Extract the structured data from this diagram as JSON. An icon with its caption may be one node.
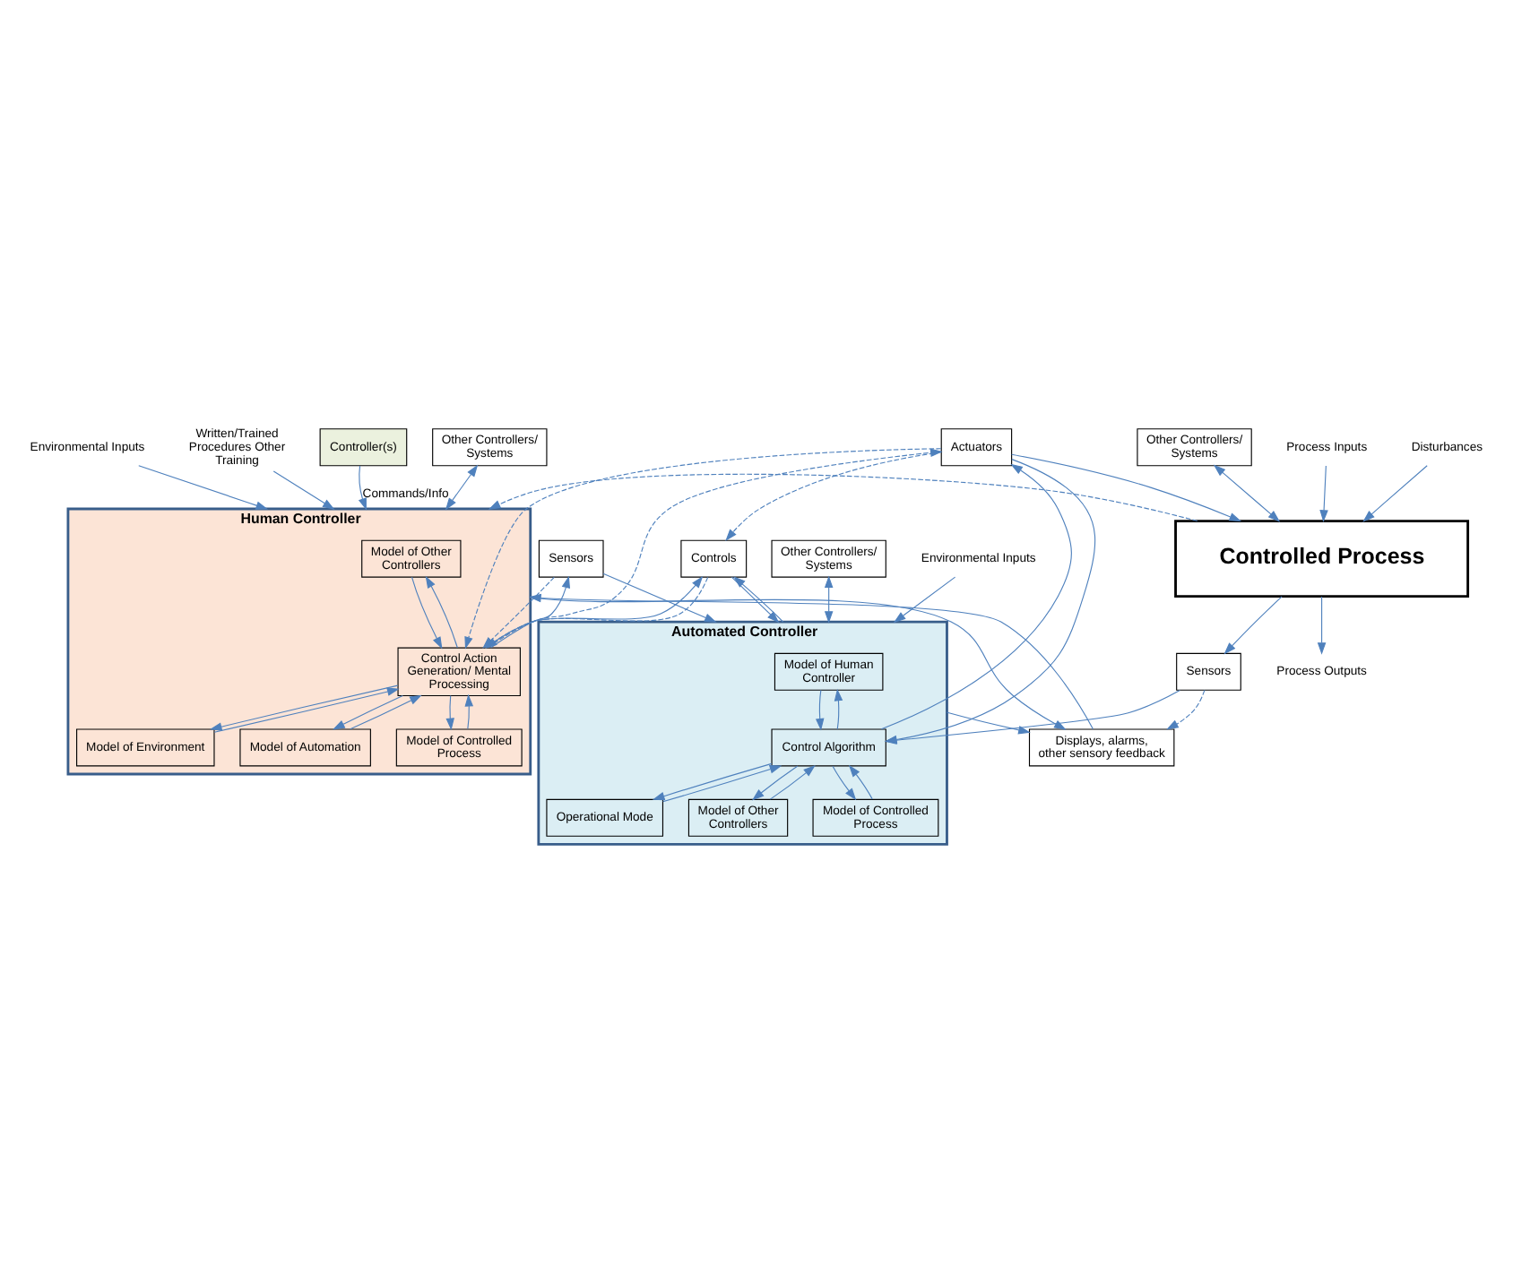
{
  "diagram": {
    "nodes": [
      {
        "text": [
          "Written/Trained Procedures Other Training"
        ]
      },
      {
        "text": [
          "Human Controller"
        ]
      },
      {
        "text": [
          "Model of Other Controllers"
        ],
        "in": 1
      },
      {
        "text": [
          "Model of Environment"
        ],
        "in": 1
      },
      {
        "text": [
          "Model of Automation"
        ],
        "in": 1
      },
      {
        "text": [
          "Control Action Generation/ Mental Processing"
        ],
        "in": 1
      },
      {
        "text": [
          "Model of Controlled Process"
        ],
        "in": 1
      },
      {
        "text": [
          "Controller(s)"
        ]
      },
      {
        "text": [
          "Other Controllers/ Systems"
        ]
      },
      {
        "text": [
          "Environmental Inputs"
        ]
      },
      {
        "text": [
          "Controls"
        ]
      },
      {
        "text": [
          "Sensors"
        ]
      },
      {
        "text": [
          "Displays, alarms, other sensory feedback"
        ]
      },
      {
        "text": [
          "Automated Controller"
        ]
      },
      {
        "text": [
          "Model of Human Controller"
        ],
        "in": 13
      },
      {
        "text": [
          "Operational Mode"
        ],
        "in": 13
      },
      {
        "text": [
          "Model of Other Controllers"
        ],
        "in": 13
      },
      {
        "text": [
          "Control Algorithm"
        ],
        "in": 13
      },
      {
        "text": [
          "Model of Controlled Process"
        ],
        "in": 13
      },
      {
        "text": [
          "Other Controllers/ Systems"
        ]
      },
      {
        "text": [
          "Environmental Inputs"
        ]
      },
      {
        "text": [
          "Actuators"
        ]
      },
      {
        "text": [
          "Sensors"
        ]
      },
      {
        "text": [
          "Other Controllers/ Systems"
        ]
      },
      {
        "text": [
          "Controlled Process"
        ]
      },
      {
        "text": [
          "Process Inputs"
        ]
      },
      {
        "text": [
          "Process Outputs"
        ]
      },
      {
        "text": [
          "Disturbances"
        ]
      }
    ],
    "edges": [
      {
        "from": 0,
        "to": 1,
        "arrow": "to"
      },
      {
        "from": 7,
        "to": 1,
        "arrow": "to",
        "label": "Commands/Info"
      },
      {
        "from": 8,
        "to": 1,
        "arrow": "both"
      },
      {
        "from": 9,
        "to": 1,
        "arrow": "to"
      },
      {
        "from": 2,
        "to": 5,
        "arrow": "to"
      },
      {
        "from": 5,
        "to": 2,
        "arrow": "to"
      },
      {
        "from": 3,
        "to": 5,
        "arrow": "to"
      },
      {
        "from": 5,
        "to": 3,
        "arrow": "to"
      },
      {
        "from": 5,
        "to": 4,
        "arrow": "to"
      },
      {
        "from": 4,
        "to": 5,
        "arrow": "to"
      },
      {
        "from": 5,
        "to": 6,
        "arrow": "to"
      },
      {
        "from": 6,
        "to": 5,
        "arrow": "to"
      },
      {
        "from": 5,
        "to": 10,
        "arrow": "to"
      },
      {
        "from": 10,
        "to": 5,
        "arrow": "to",
        "style": "dashed"
      },
      {
        "from": 5,
        "to": 11,
        "arrow": "to"
      },
      {
        "from": 11,
        "to": 5,
        "arrow": "to",
        "style": "dashed"
      },
      {
        "from": 1,
        "to": 12,
        "arrow": "to"
      },
      {
        "from": 12,
        "to": 1,
        "arrow": "to"
      },
      {
        "from": 5,
        "to": 21,
        "arrow": "to",
        "style": "dashed"
      },
      {
        "from": 21,
        "to": 5,
        "arrow": "to",
        "style": "dashed"
      },
      {
        "from": 21,
        "to": 10,
        "arrow": "to",
        "style": "dashed"
      },
      {
        "from": 10,
        "to": 13,
        "arrow": "to"
      },
      {
        "from": 13,
        "to": 10,
        "arrow": "to"
      },
      {
        "from": 11,
        "to": 13,
        "arrow": "to"
      },
      {
        "from": 13,
        "to": 12,
        "arrow": "to"
      },
      {
        "from": 19,
        "to": 13,
        "arrow": "both"
      },
      {
        "from": 20,
        "to": 13,
        "arrow": "to"
      },
      {
        "from": 14,
        "to": 17,
        "arrow": "to"
      },
      {
        "from": 17,
        "to": 14,
        "arrow": "to"
      },
      {
        "from": 15,
        "to": 17,
        "arrow": "to"
      },
      {
        "from": 17,
        "to": 15,
        "arrow": "to"
      },
      {
        "from": 16,
        "to": 17,
        "arrow": "to"
      },
      {
        "from": 17,
        "to": 16,
        "arrow": "to"
      },
      {
        "from": 17,
        "to": 18,
        "arrow": "to"
      },
      {
        "from": 18,
        "to": 17,
        "arrow": "to"
      },
      {
        "from": 17,
        "to": 21,
        "arrow": "to"
      },
      {
        "from": 21,
        "to": 17,
        "arrow": "to"
      },
      {
        "from": 22,
        "to": 17,
        "arrow": "to"
      },
      {
        "from": 22,
        "to": 12,
        "arrow": "to",
        "style": "dashed"
      },
      {
        "from": 21,
        "to": 24,
        "arrow": "to"
      },
      {
        "from": 24,
        "to": 22,
        "arrow": "to"
      },
      {
        "from": 23,
        "to": 24,
        "arrow": "both"
      },
      {
        "from": 25,
        "to": 24,
        "arrow": "to"
      },
      {
        "from": 24,
        "to": 26,
        "arrow": "to"
      },
      {
        "from": 27,
        "to": 24,
        "arrow": "to"
      },
      {
        "from": 24,
        "to": 1,
        "arrow": "to",
        "style": "dashed"
      }
    ]
  }
}
